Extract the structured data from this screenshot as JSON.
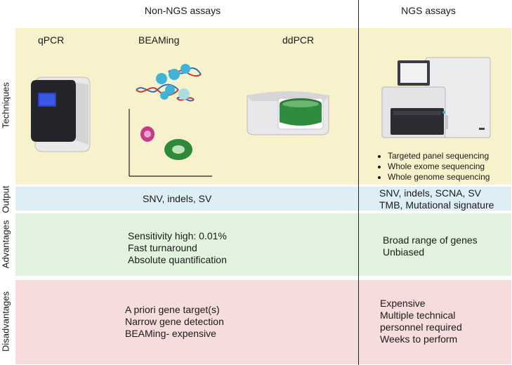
{
  "headers": {
    "left": "Non-NGS assays",
    "right": "NGS assays"
  },
  "rows": {
    "techniques": "Techniques",
    "output": "Output",
    "advantages": "Advantages",
    "disadvantages": "Disadvantages"
  },
  "techniques": {
    "qpcr": "qPCR",
    "beaming": "BEAMing",
    "ddpcr": "ddPCR",
    "ngs_list": [
      "Targeted panel sequencing",
      "Whole exome sequencing",
      "Whole genome sequencing"
    ]
  },
  "output": {
    "left": "SNV, indels, SV",
    "right": [
      "SNV, indels, SCNA, SV",
      "TMB, Mutational signature"
    ]
  },
  "advantages": {
    "left": [
      "Sensitivity high: 0.01%",
      "Fast turnaround",
      "Absolute quantification"
    ],
    "right": [
      "Broad range of genes",
      "Unbiased"
    ]
  },
  "disadvantages": {
    "left": [
      "A priori gene target(s)",
      "Narrow gene detection",
      "BEAMing- expensive"
    ],
    "right": [
      "Expensive",
      "Multiple technical",
      "personnel required",
      "Weeks to perform"
    ]
  },
  "colors": {
    "techniques_bg": "#f7f1cc",
    "output_bg": "#ddeef5",
    "advantages_bg": "#e1f2df",
    "disadvantages_bg": "#f6dcdd"
  }
}
